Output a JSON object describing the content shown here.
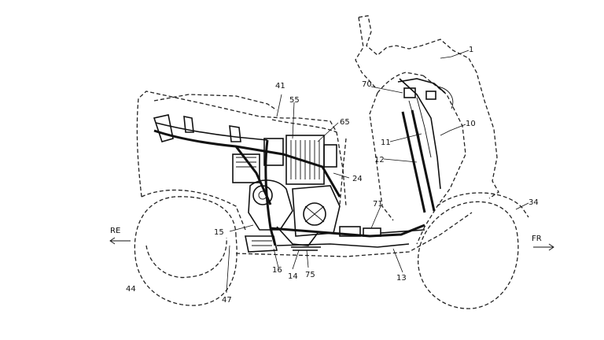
{
  "figure": {
    "callouts": [
      {
        "id": "ref-1",
        "text": "1"
      },
      {
        "id": "ref-10",
        "text": "10"
      },
      {
        "id": "ref-11",
        "text": "11"
      },
      {
        "id": "ref-12",
        "text": "12"
      },
      {
        "id": "ref-13",
        "text": "13"
      },
      {
        "id": "ref-14",
        "text": "14"
      },
      {
        "id": "ref-15",
        "text": "15"
      },
      {
        "id": "ref-16",
        "text": "16"
      },
      {
        "id": "ref-24",
        "text": "24"
      },
      {
        "id": "ref-34",
        "text": "34"
      },
      {
        "id": "ref-41",
        "text": "41"
      },
      {
        "id": "ref-44",
        "text": "44"
      },
      {
        "id": "ref-47",
        "text": "47"
      },
      {
        "id": "ref-55",
        "text": "55"
      },
      {
        "id": "ref-65",
        "text": "65"
      },
      {
        "id": "ref-70",
        "text": "70"
      },
      {
        "id": "ref-71",
        "text": "71"
      },
      {
        "id": "ref-75",
        "text": "75"
      }
    ],
    "directions": {
      "rear": "RE",
      "front": "FR"
    }
  }
}
